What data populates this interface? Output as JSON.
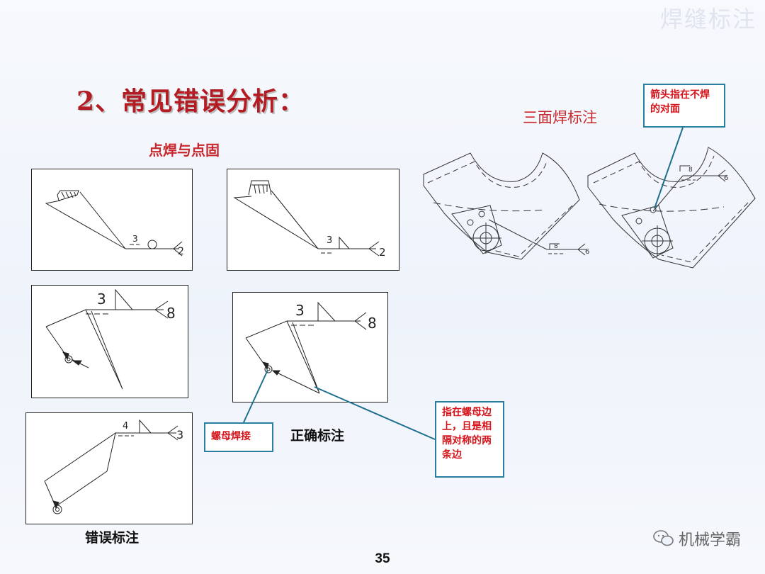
{
  "header": {
    "corner_title": "焊缝标注",
    "main_title": "2、常见错误分析："
  },
  "sections": {
    "spot_weld_title": "点焊与点固",
    "three_side_title": "三面焊标注",
    "correct_label": "正确标注",
    "wrong_label": "错误标注"
  },
  "panels": {
    "p1": {
      "size": "3",
      "count": "2"
    },
    "p2": {
      "size": "3",
      "count": "2"
    },
    "p3": {
      "size": "3",
      "count": "8"
    },
    "p4": {
      "size": "3",
      "count": "8"
    },
    "p5": {
      "size": "4",
      "count": "3"
    },
    "bracket_left": {
      "size": "8",
      "count": "6"
    },
    "bracket_right": {
      "size": "8",
      "count": "6"
    }
  },
  "callouts": {
    "arrow_opposite": "箭头指在不焊的对面",
    "nut_weld": "螺母焊接",
    "nut_sides": "指在螺母边上，且是相隔对称的两条边"
  },
  "footer": {
    "page_number": "35",
    "watermark": "机械学霸"
  },
  "colors": {
    "title_red": "#b41c24",
    "callout_border": "#2a7fa0",
    "callout_text": "#d4141a"
  }
}
